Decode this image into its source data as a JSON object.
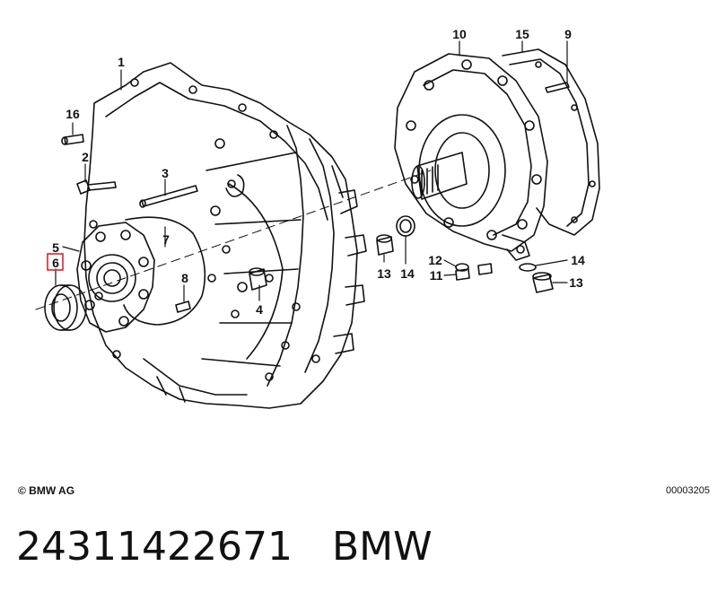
{
  "diagram": {
    "callouts": [
      {
        "id": "c1",
        "text": "1"
      },
      {
        "id": "c2",
        "text": "2"
      },
      {
        "id": "c3",
        "text": "3"
      },
      {
        "id": "c4",
        "text": "4"
      },
      {
        "id": "c5",
        "text": "5"
      },
      {
        "id": "c6",
        "text": "6",
        "highlighted": true
      },
      {
        "id": "c7",
        "text": "7"
      },
      {
        "id": "c8",
        "text": "8"
      },
      {
        "id": "c9",
        "text": "9"
      },
      {
        "id": "c10",
        "text": "10"
      },
      {
        "id": "c11",
        "text": "11"
      },
      {
        "id": "c12",
        "text": "12"
      },
      {
        "id": "c13a",
        "text": "13"
      },
      {
        "id": "c13b",
        "text": "13"
      },
      {
        "id": "c14a",
        "text": "14"
      },
      {
        "id": "c14b",
        "text": "14"
      },
      {
        "id": "c15",
        "text": "15"
      },
      {
        "id": "c16",
        "text": "16"
      }
    ],
    "highlight_color": "#d9232a",
    "line_color": "#111111"
  },
  "footer": {
    "copyright": "© BMW AG",
    "diagram_id": "00003205"
  },
  "part": {
    "number": "24311422671",
    "brand": "BMW"
  }
}
